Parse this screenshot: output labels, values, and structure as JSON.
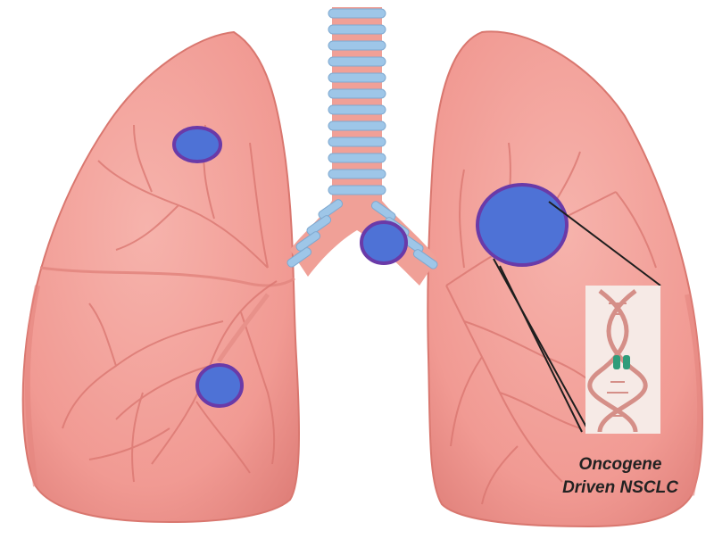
{
  "caption": {
    "line1": "Oncogene",
    "line2": "Driven NSCLC"
  },
  "colors": {
    "lung_fill": "#f19a93",
    "lung_shadow": "#e2837c",
    "lung_highlight": "#f7bcb5",
    "vessel": "#d9756f",
    "trachea_ring": "#9ec6e8",
    "trachea_gap": "#f0a097",
    "tumor_fill": "#4e72d6",
    "tumor_border": "#6a3aa8",
    "dna_box": "#f6eae6",
    "dna_strand": "#d58f88",
    "mutation": "#2e9c7a",
    "connector": "#1e1e1e"
  },
  "icons": [
    "lung-illustration",
    "trachea-icon",
    "tumor-nodule-icon",
    "dna-helix-icon"
  ]
}
